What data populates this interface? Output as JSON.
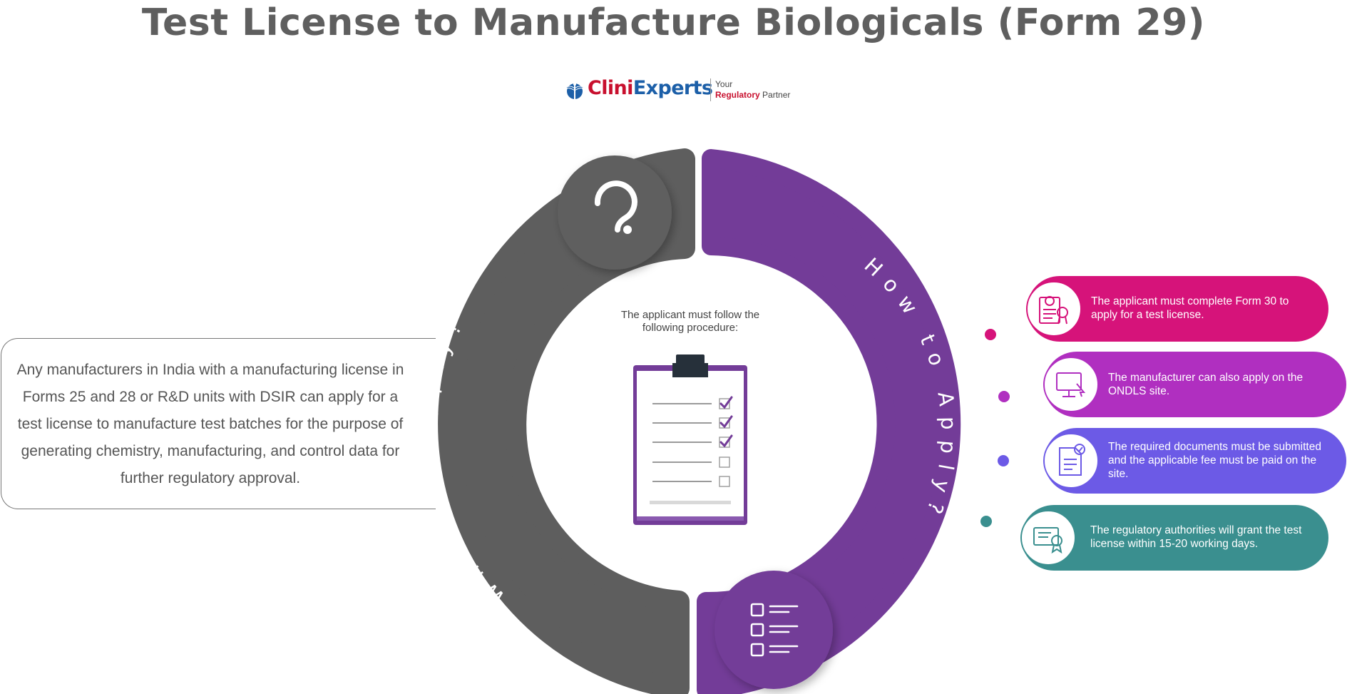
{
  "title": "Test License to Manufacture Biologicals (Form 29)",
  "logo": {
    "brand_part1": "Clini",
    "brand_part2": "Experts",
    "tagline_line1": "Your",
    "tagline_line2_bold": "Regulatory",
    "tagline_line2_rest": " Partner"
  },
  "left_panel": {
    "arc_label": "Who can Apply?",
    "body_text": "Any manufacturers in India with a manufacturing license in Forms 25 and 28 or R&D units with DSIR can apply for a test license to manufacture test batches for the purpose of generating chemistry, manufacturing, and control data for further regulatory approval."
  },
  "right_panel": {
    "arc_label": "How to Apply?"
  },
  "center": {
    "intro_text": "The applicant must follow the following procedure:"
  },
  "steps": [
    {
      "text": "The applicant must complete Form 30 to apply for a test license.",
      "color": "#d6137a",
      "icon": "form-seal-icon"
    },
    {
      "text": "The manufacturer can also apply on the ONDLS site.",
      "color": "#b02fc0",
      "icon": "computer-icon"
    },
    {
      "text": "The required documents must be submitted and the applicable fee must be paid on the site.",
      "color": "#6c5ae6",
      "icon": "document-check-icon"
    },
    {
      "text": "The regulatory authorities will grant the test license within 15-20 working days.",
      "color": "#3a8f8f",
      "icon": "certificate-icon"
    }
  ],
  "colors": {
    "gray_arc": "#5e5e5e",
    "purple_arc": "#733c98",
    "title": "#5f5f5f"
  }
}
